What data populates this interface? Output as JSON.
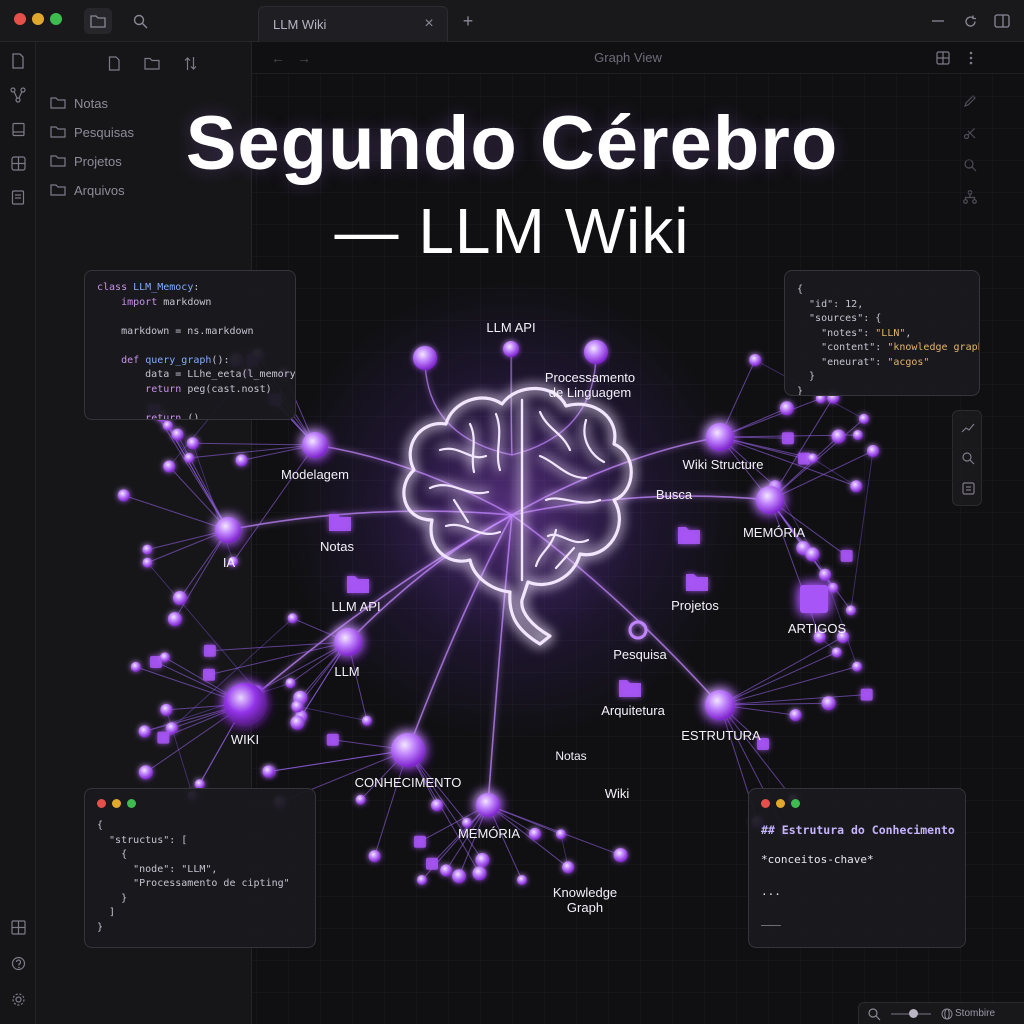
{
  "window": {
    "tab_title": "LLM Wiki",
    "view_title": "Graph View"
  },
  "sidebar": {
    "items": [
      {
        "label": "Notas"
      },
      {
        "label": "Pesquisas"
      },
      {
        "label": "Projetos"
      },
      {
        "label": "Arquivos"
      }
    ]
  },
  "headline": {
    "line1": "Segundo Cérebro",
    "line2": "— LLM Wiki"
  },
  "graph": {
    "labels": [
      {
        "text": "LLM API"
      },
      {
        "text": "Processamento"
      },
      {
        "text": "de Linguagem"
      },
      {
        "text": "Modelagem"
      },
      {
        "text": "Wiki Structure"
      },
      {
        "text": "Busca"
      },
      {
        "text": "Notas"
      },
      {
        "text": "MEMÓRIA"
      },
      {
        "text": "IA"
      },
      {
        "text": "LLM API"
      },
      {
        "text": "Projetos"
      },
      {
        "text": "ARTIGOS"
      },
      {
        "text": "LLM"
      },
      {
        "text": "Pesquisa"
      },
      {
        "text": "WIKI"
      },
      {
        "text": "Arquitetura"
      },
      {
        "text": "ESTRUTURA"
      },
      {
        "text": "CONHECIMENTO"
      },
      {
        "text": "Notas"
      },
      {
        "text": "Wiki"
      },
      {
        "text": "MEMÓRIA"
      },
      {
        "text": "Knowledge"
      },
      {
        "text": "Graph"
      }
    ]
  },
  "cards": {
    "python": [
      "class LLM_Memocy:",
      "    import markdown",
      "",
      "    markdown = ns.markdown",
      "",
      "    def query_graph():",
      "        data = LLhe_eeta(l_memory)",
      "        return peg(cast.nost)",
      "",
      "        return ()"
    ],
    "json_top": [
      "{",
      "  \"id\": 12,",
      "  \"sources\": {",
      "    \"notes\": \"LLN\",",
      "    \"content\": \"knowledge graph\",",
      "    \"eneurat\": \"acgos\"",
      "  }",
      "}"
    ],
    "json_bottom": [
      "{",
      "  \"structus\": [",
      "    {",
      "      \"node\": \"LLM\",",
      "      \"Processamento de cipting\"",
      "    }",
      "  ]",
      "}"
    ],
    "markdown": {
      "heading": "## Estrutura do Conhecimento",
      "line1": "*conceitos-chave*",
      "line2": "...",
      "line3": "___"
    }
  },
  "statusbar": {
    "label": "Stombire"
  },
  "colors": {
    "accent": "#a855f7",
    "node": "#b57bff",
    "edge": "#8b5cf6",
    "background": "#101012",
    "dot_red": "#e5504a",
    "dot_yellow": "#e0a92e",
    "dot_green": "#3fbc4f"
  },
  "icons": {
    "titlebar": [
      "folder-icon",
      "search-icon",
      "close-icon",
      "plus-icon",
      "sync-icon",
      "sidebar-toggle-icon"
    ],
    "ribbon": [
      "file-icon",
      "graph-icon",
      "book-icon",
      "grid-icon",
      "document-icon",
      "help-icon",
      "gear-icon"
    ],
    "center": "brain-icon"
  }
}
